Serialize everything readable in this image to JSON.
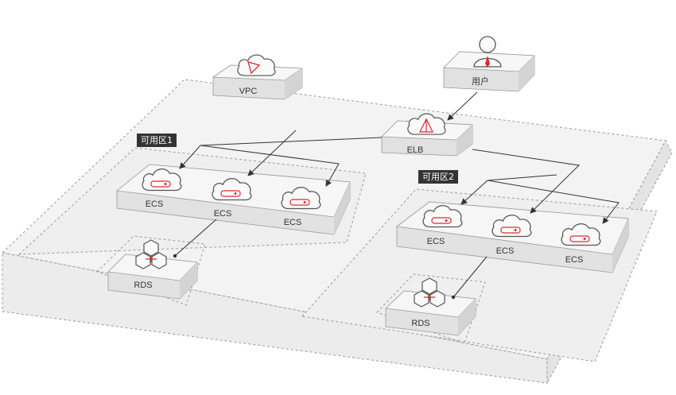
{
  "diagram": {
    "vpc_label": "VPC",
    "user_label": "用户",
    "elb_label": "ELB",
    "zone1": {
      "title": "可用区1",
      "ecs": [
        "ECS",
        "ECS",
        "ECS"
      ],
      "rds_label": "RDS"
    },
    "zone2": {
      "title": "可用区2",
      "ecs": [
        "ECS",
        "ECS",
        "ECS"
      ],
      "rds_label": "RDS"
    },
    "colors": {
      "accent": "#e3262e",
      "zone_tag_bg": "#333333",
      "connector": "#333333",
      "platform_top": "#f6f6f6",
      "platform_front": "#e2e2e2",
      "region_fill": "#f2f2f2"
    },
    "icons": {
      "vpc": "cloud-triangle-icon",
      "user": "user-icon",
      "elb": "cloud-balance-icon",
      "ecs": "cloud-server-icon",
      "rds": "hexagon-cluster-icon"
    }
  }
}
